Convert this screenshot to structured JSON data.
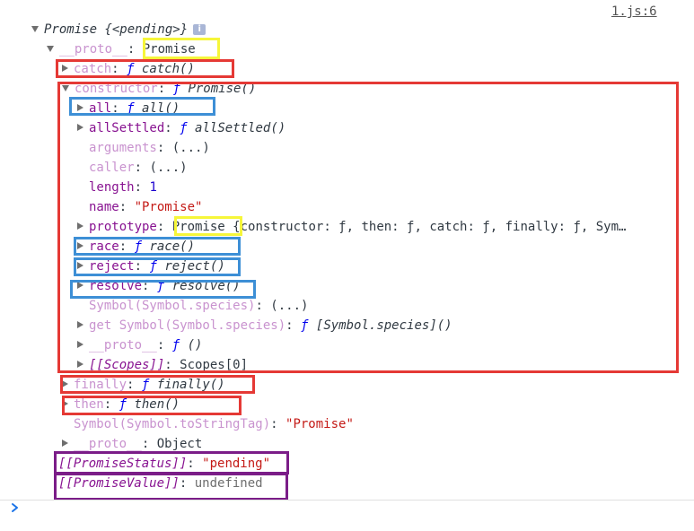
{
  "source_link": "1.js:6",
  "root": {
    "title": "Promise {<pending>}",
    "info_glyph": "i"
  },
  "proto1": {
    "key": "__proto__",
    "value": "Promise"
  },
  "catch_row": {
    "key": "catch",
    "f": "ƒ",
    "sig": "catch()"
  },
  "constructor_row": {
    "key": "constructor",
    "f": "ƒ",
    "sig": "Promise()"
  },
  "ctor": {
    "all": {
      "key": "all",
      "f": "ƒ",
      "sig": "all()"
    },
    "allSettled": {
      "key": "allSettled",
      "f": "ƒ",
      "sig": "allSettled()"
    },
    "arguments": {
      "key": "arguments",
      "value": "(...)"
    },
    "caller": {
      "key": "caller",
      "value": "(...)"
    },
    "length": {
      "key": "length",
      "value": "1"
    },
    "name": {
      "key": "name",
      "value": "\"Promise\""
    },
    "prototype": {
      "key": "prototype",
      "value": "Promise",
      "rest": "{constructor: ƒ, then: ƒ, catch: ƒ, finally: ƒ, Sym…"
    },
    "race": {
      "key": "race",
      "f": "ƒ",
      "sig": "race()"
    },
    "reject": {
      "key": "reject",
      "f": "ƒ",
      "sig": "reject()"
    },
    "resolve": {
      "key": "resolve",
      "f": "ƒ",
      "sig": "resolve()"
    },
    "species": {
      "key": "Symbol(Symbol.species)",
      "value": "(...)"
    },
    "get_species": {
      "key": "get Symbol(Symbol.species)",
      "f": "ƒ",
      "sig": "[Symbol.species]()"
    },
    "ctor_proto": {
      "key": "__proto__",
      "f": "ƒ",
      "sig": "()"
    },
    "scopes": {
      "key": "[[Scopes]]",
      "value": "Scopes[0]"
    }
  },
  "finally_row": {
    "key": "finally",
    "f": "ƒ",
    "sig": "finally()"
  },
  "then_row": {
    "key": "then",
    "f": "ƒ",
    "sig": "then()"
  },
  "tostringtag": {
    "key": "Symbol(Symbol.toStringTag)",
    "value": "\"Promise\""
  },
  "proto2": {
    "key": "__proto__",
    "value": "Object"
  },
  "status": {
    "key": "[[PromiseStatus]]",
    "value": "\"pending\""
  },
  "value_row": {
    "key": "[[PromiseValue]]",
    "value": "undefined"
  },
  "colors": {
    "highlight_red": "#e53935",
    "highlight_yellow": "#f6f63a",
    "highlight_blue": "#3d8fd6",
    "highlight_purple": "#7b1d88",
    "prompt_blue": "#1a73e8"
  }
}
